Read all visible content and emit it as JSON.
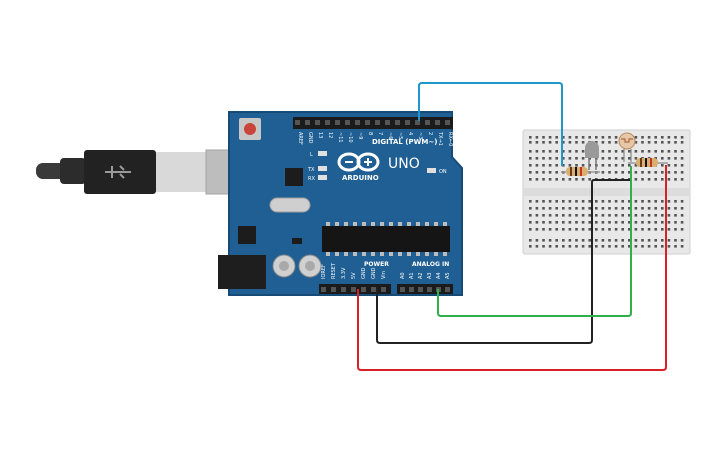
{
  "board": {
    "brand": "ARDUINO",
    "model": "UNO",
    "digital_header": "DIGITAL (PWM~)",
    "power_header": "POWER",
    "analog_header": "ANALOG IN",
    "led_l": "L",
    "led_tx": "TX",
    "led_rx": "RX",
    "led_on": "ON",
    "digital_pins": [
      "AREF",
      "GND",
      "13",
      "12",
      "~11",
      "~10",
      "~9",
      "8",
      "7",
      "~6",
      "~5",
      "4",
      "~3",
      "2",
      "TX→1",
      "RX←0"
    ],
    "power_pins": [
      "IOREF",
      "RESET",
      "3.3V",
      "5V",
      "GND",
      "GND",
      "Vin"
    ],
    "analog_pins": [
      "A0",
      "A1",
      "A2",
      "A3",
      "A4",
      "A5"
    ]
  },
  "colors": {
    "board": "#1f5f94",
    "board_edge": "#174b77",
    "wire_blue": "#1f97c9",
    "wire_black": "#222222",
    "wire_red": "#d8202a",
    "wire_green": "#2fb04a",
    "breadboard": "#e8e8e8"
  }
}
